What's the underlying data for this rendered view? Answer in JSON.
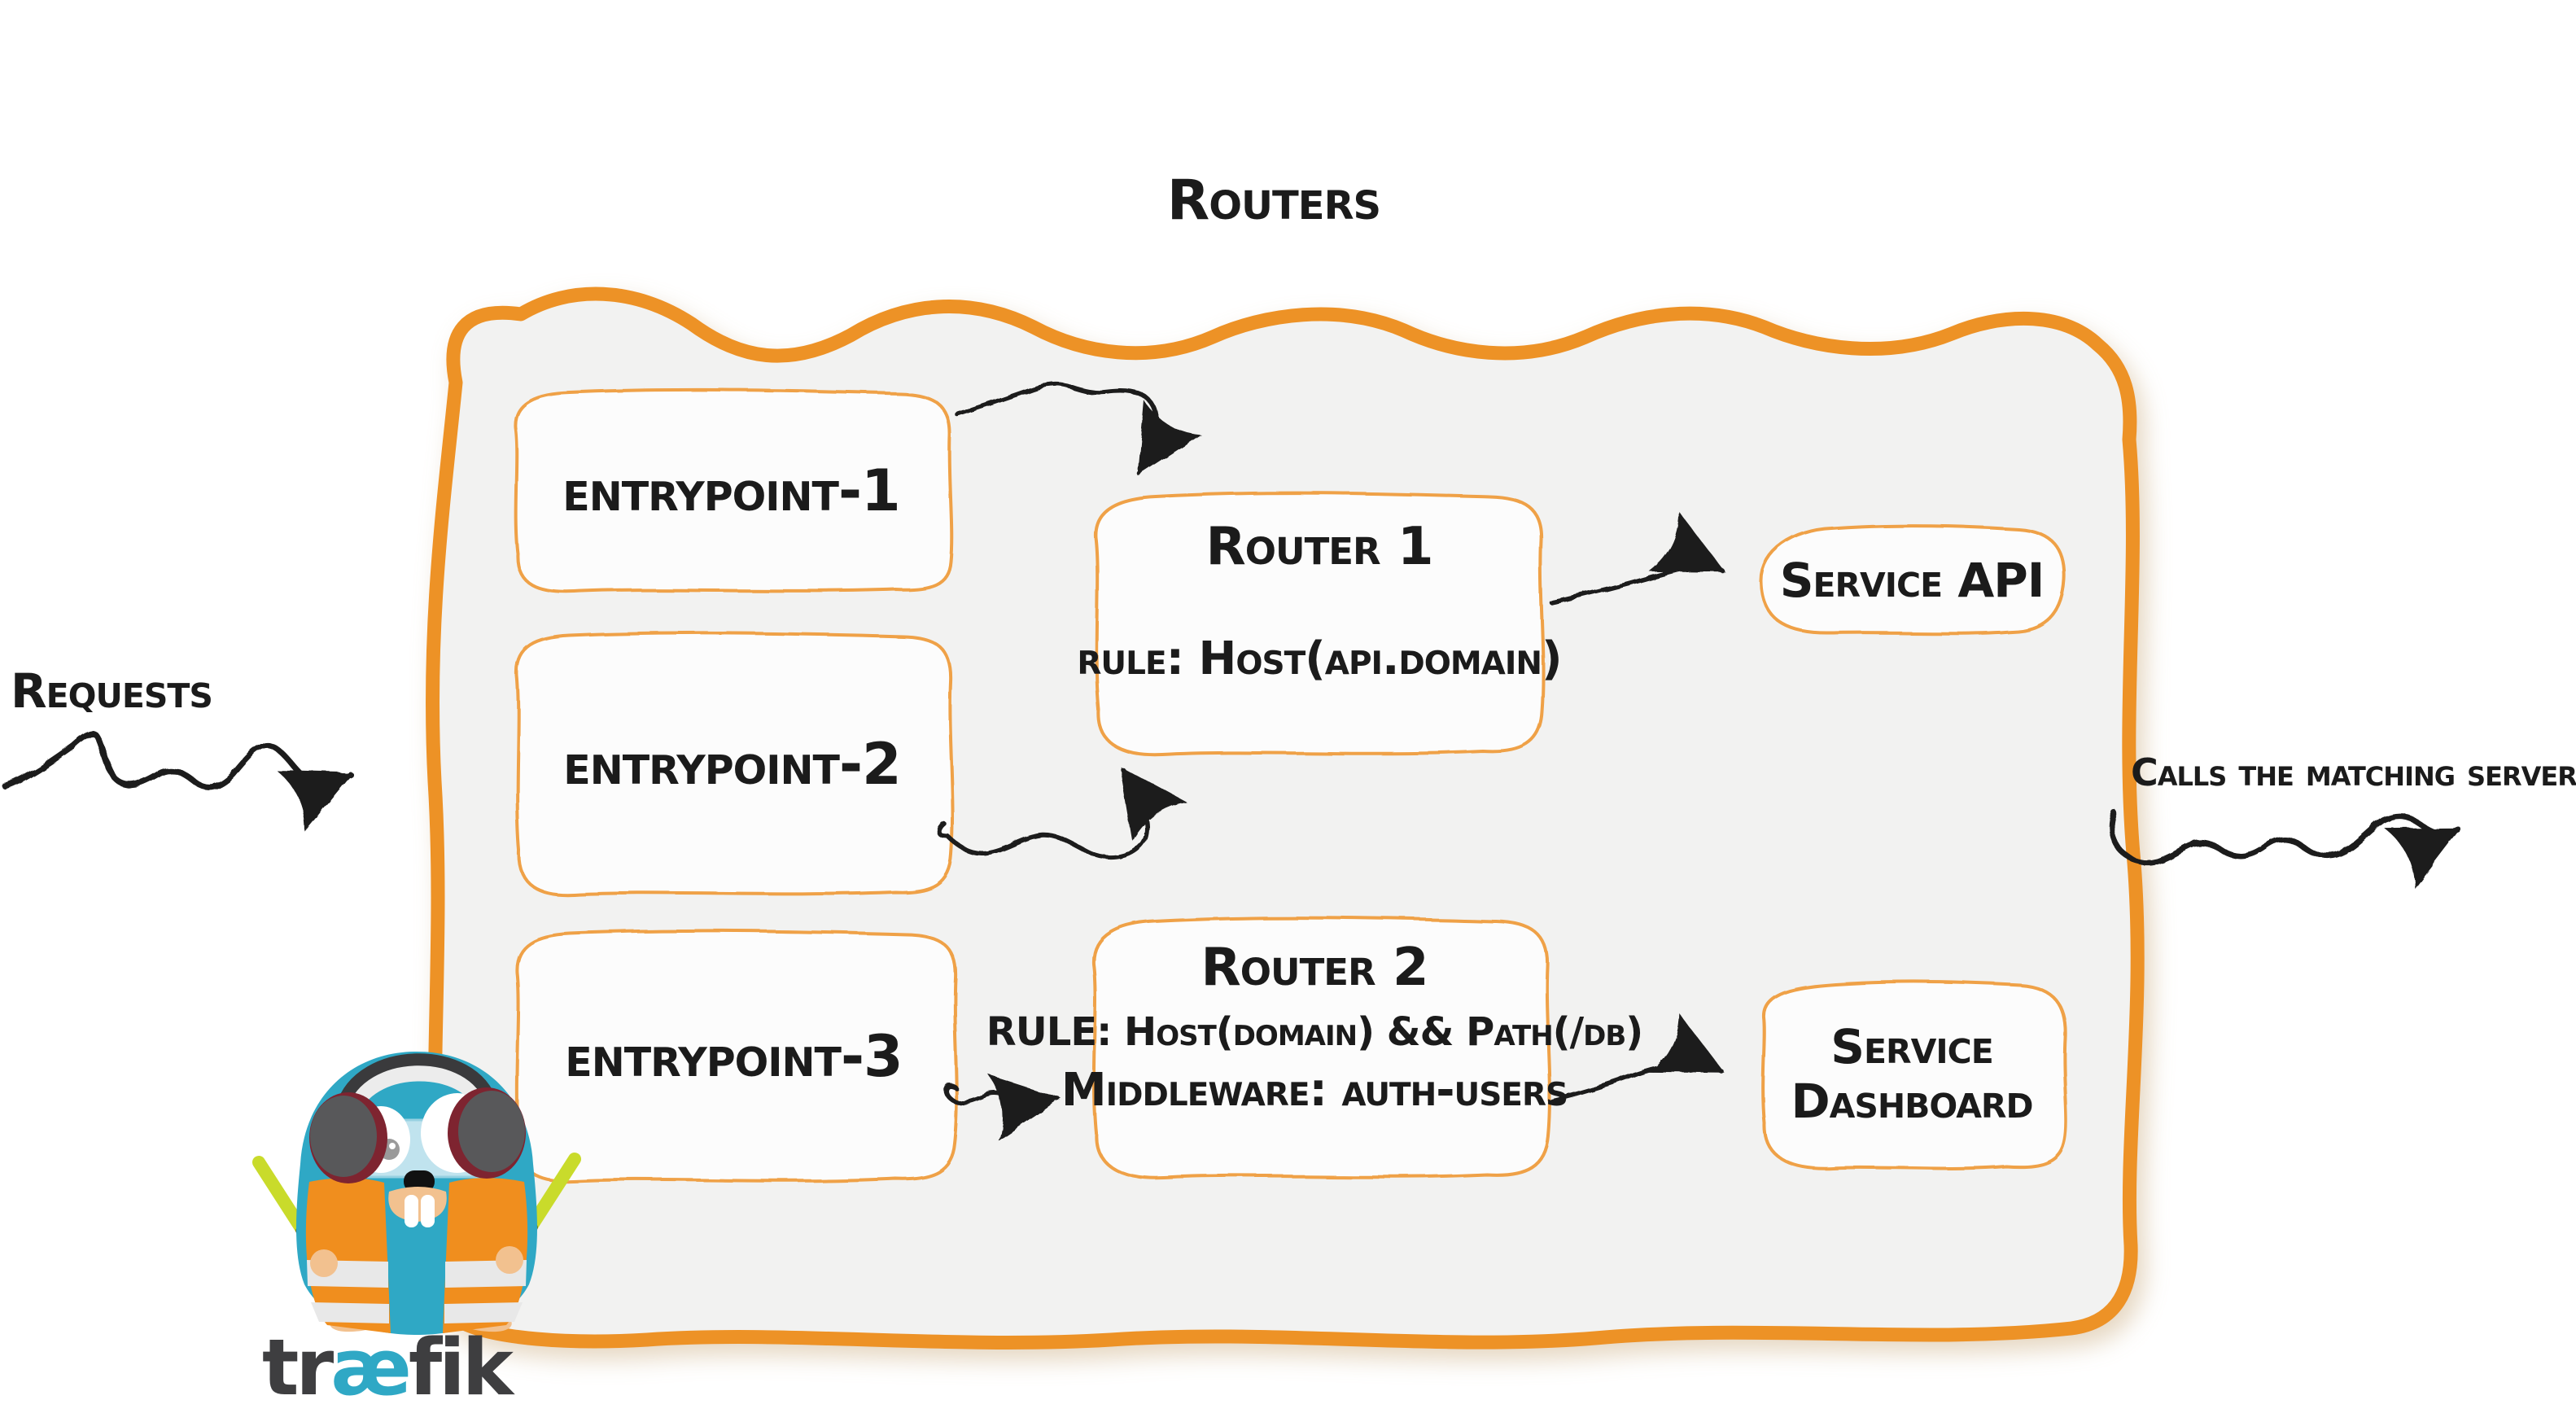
{
  "title": "Routers",
  "diagram_type": "architecture-sketch",
  "colors": {
    "orange-thick": "#ED9227",
    "orange-thin": "#EFA146",
    "panel-fill": "#F2F2F1",
    "node-fill": "#FCFCFC",
    "ink": "#1B1B1B",
    "teal": "#2FA8C5",
    "vest-orange": "#F08E1E",
    "vest-stripe": "#E8E8E8",
    "baton-green": "#C9DB2B",
    "muzzle-tan": "#F2C18F",
    "earcup-gray": "#58585A",
    "earcup-maroon": "#7E2430",
    "headband-dark": "#3A3A3C",
    "wordmark-gray": "#3E3E40"
  },
  "outside": {
    "requests": "Requests",
    "calls": "Calls the matching server"
  },
  "nodes": {
    "entrypoints": [
      {
        "label": "entrypoint-1"
      },
      {
        "label": "entrypoint-2"
      },
      {
        "label": "entrypoint-3"
      }
    ],
    "routers": [
      {
        "title": "Router 1",
        "rule": "rule: Host(api.domain)"
      },
      {
        "title": "Router 2",
        "rule": "RULE: Host(domain) && Path(/db)",
        "middleware": "Middleware: auth-users"
      }
    ],
    "services": [
      {
        "lines": [
          "Service API"
        ]
      },
      {
        "lines": [
          "Service",
          "Dashboard"
        ]
      }
    ]
  },
  "edges": [
    {
      "from": "requests",
      "to": "routers-container"
    },
    {
      "from": "entrypoint-1",
      "to": "router-1"
    },
    {
      "from": "entrypoint-2",
      "to": "router-1"
    },
    {
      "from": "entrypoint-3",
      "to": "router-2"
    },
    {
      "from": "router-1",
      "to": "service-api"
    },
    {
      "from": "router-2",
      "to": "service-dashboard"
    },
    {
      "from": "routers-container",
      "to": "calls-the-matching-server"
    }
  ],
  "logo": {
    "mascot": "traefik-gopher-with-safety-vest-and-batons",
    "wordmark_pre": "tr",
    "wordmark_ae": "æ",
    "wordmark_post": "fik"
  }
}
